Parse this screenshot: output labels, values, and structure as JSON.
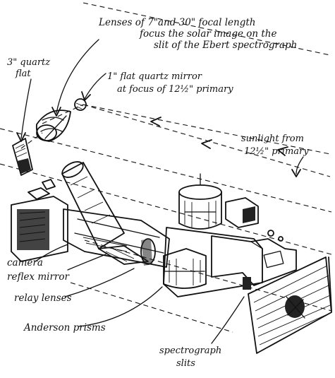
{
  "labels": {
    "lenses_line1": "Lenses of 7\"and 30\" focal length",
    "lenses_line2": "focus the solar image on the",
    "lenses_line3": "slit of the Ebert spectrograph",
    "quartz_flat_line1": "3\" quartz",
    "quartz_flat_line2": "flat",
    "mirror_line1": "1\" flat quartz mirror",
    "mirror_line2": "at focus of 12½\" primary",
    "sunlight_line1": "sunlight  from",
    "sunlight_line2": "12½\" primary",
    "camera": "camera",
    "reflex_mirror": "reflex mirror",
    "relay_lenses": "relay lenses",
    "anderson_prisms": "Anderson prisms",
    "slits_line1": "spectrograph",
    "slits_line2": "slits"
  }
}
